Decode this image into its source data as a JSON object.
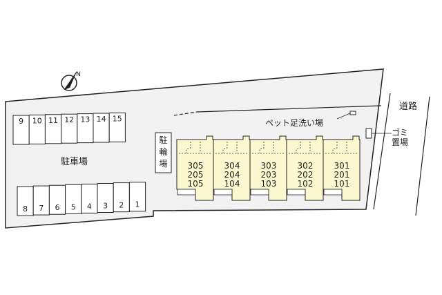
{
  "labels": {
    "parking": "駐車場",
    "bicycle_parking": [
      "駐",
      "輪",
      "場"
    ],
    "pet_footwash": "ペット足洗い場",
    "garbage": [
      "ゴミ",
      "置場"
    ],
    "road": "道路"
  },
  "parking_top": [
    "9",
    "10",
    "11",
    "12",
    "13",
    "14",
    "15"
  ],
  "parking_bottom": [
    "8",
    "7",
    "6",
    "5",
    "4",
    "3",
    "2",
    "1"
  ],
  "units": [
    [
      "305",
      "205",
      "105"
    ],
    [
      "304",
      "204",
      "104"
    ],
    [
      "303",
      "203",
      "103"
    ],
    [
      "302",
      "202",
      "102"
    ],
    [
      "301",
      "201",
      "101"
    ]
  ],
  "colors": {
    "building": "#fbf8cf",
    "lot": "#f2f2f2",
    "line": "#222222"
  },
  "compass": {
    "label": "N",
    "icon": "north-arrow-icon"
  }
}
